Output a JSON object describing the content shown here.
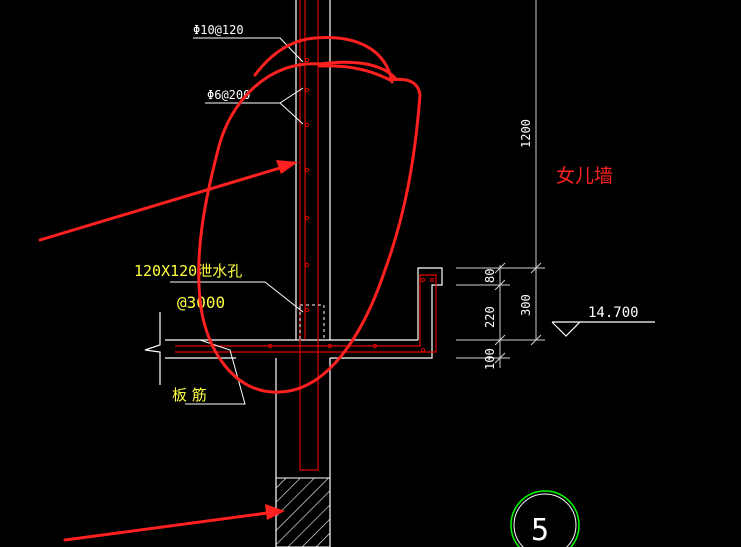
{
  "labels": {
    "rebar_main": "Φ10@120",
    "rebar_dist": "Φ6@200",
    "drain_hole": "120X120泄水孔",
    "drain_spacing": "@3000",
    "slab_rebar": "板 筋",
    "parapet": "女儿墙",
    "elevation": "14.700",
    "detail_no": "5"
  },
  "dimensions": {
    "d1200": "1200",
    "d80": "80",
    "d300": "300",
    "d220": "220",
    "d100": "100"
  },
  "colors": {
    "background": "#000000",
    "lines": "#ffffff",
    "annotation": "#ff2020",
    "cad_red": "#e00000",
    "yellow_text": "#ffff40",
    "green_circle": "#00ff00",
    "gray_line": "#d0d0d0"
  }
}
